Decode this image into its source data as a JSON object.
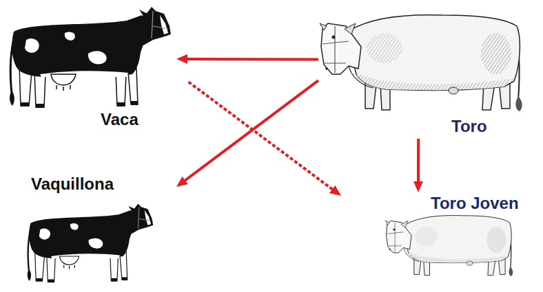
{
  "diagram": {
    "nodes": [
      {
        "text": [
          "Vaca"
        ]
      },
      {
        "text": [
          "Toro"
        ]
      },
      {
        "text": [
          "Vaquillona"
        ]
      },
      {
        "text": [
          "Toro Joven"
        ]
      }
    ],
    "edges": [
      {
        "from": 1,
        "to": 0,
        "arrow": "to"
      },
      {
        "from": 1,
        "to": 2,
        "arrow": "to"
      },
      {
        "from": 1,
        "to": 3,
        "arrow": "to"
      },
      {
        "from": 0,
        "to": 3,
        "arrow": "to"
      }
    ]
  }
}
